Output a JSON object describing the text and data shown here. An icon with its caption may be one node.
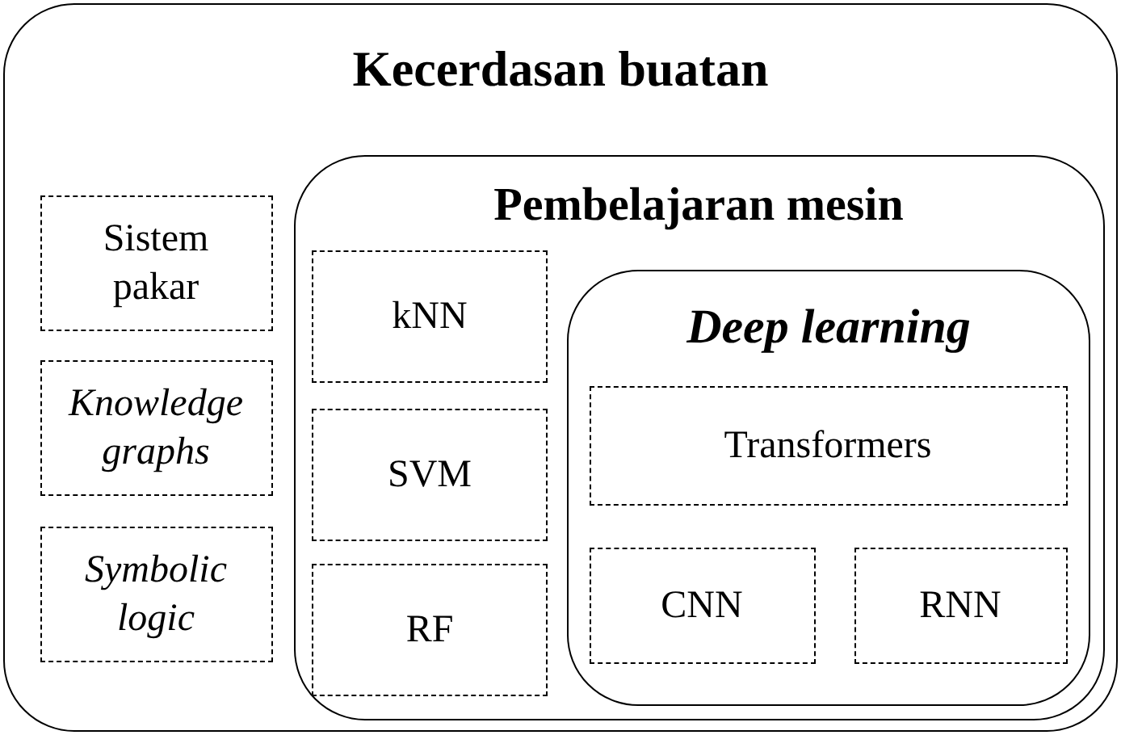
{
  "diagram": {
    "nodes": [
      {
        "text": [
          "Kecerdasan buatan"
        ]
      },
      {
        "text": [
          "Sistem pakar"
        ],
        "in": 0
      },
      {
        "text": [
          "Knowledge graphs"
        ],
        "in": 0
      },
      {
        "text": [
          "Symbolic logic"
        ],
        "in": 0
      },
      {
        "text": [
          "Pembelajaran mesin"
        ],
        "in": 0
      },
      {
        "text": [
          "kNN"
        ],
        "in": 4
      },
      {
        "text": [
          "SVM"
        ],
        "in": 4
      },
      {
        "text": [
          "RF"
        ],
        "in": 4
      },
      {
        "text": [
          "Deep learning"
        ],
        "in": 4
      },
      {
        "text": [
          "Transformers"
        ],
        "in": 8
      },
      {
        "text": [
          "CNN"
        ],
        "in": 8
      },
      {
        "text": [
          "RNN"
        ],
        "in": 8
      }
    ]
  }
}
